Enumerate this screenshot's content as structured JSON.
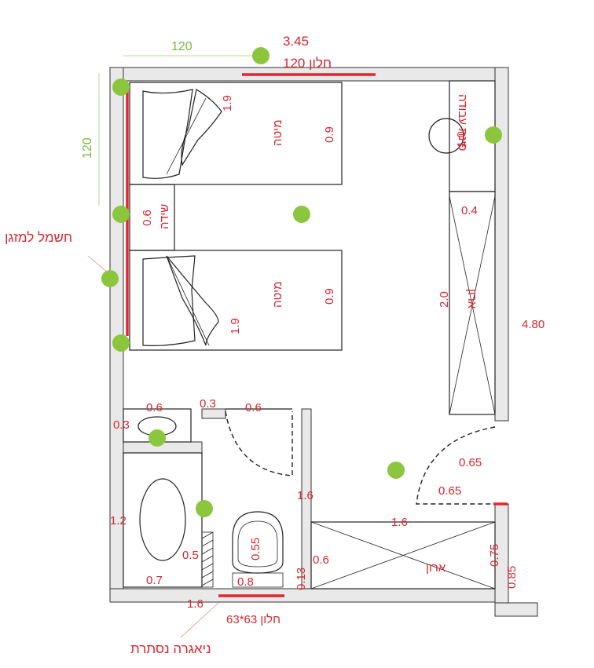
{
  "plan": {
    "dims": {
      "total_width": "3.45",
      "total_height": "4.80",
      "top_window": "חלון 120",
      "green_top": "120",
      "green_left": "120",
      "bed1_length": "1.9",
      "bed1_width": "0.9",
      "bed2_length": "1.9",
      "bed2_width": "0.9",
      "nightstand_width": "0.6",
      "desk_width": "1.0",
      "wardrobe_depth": "0.4",
      "wardrobe_length": "2.0",
      "sink_width": "0.6",
      "sink_depth": "0.3",
      "gap_top": "0.3",
      "door_width": "0.6",
      "door_main_a": "0.65",
      "door_main_b": "0.65",
      "bath_wall": "1.6",
      "tub_length": "1.2",
      "tub_width": "0.7",
      "pipe_width": "0.5",
      "toilet": "0.55",
      "toilet_area": "0.8",
      "niche": "0.13",
      "bath_bottom": "1.6",
      "closet2_length": "1.6",
      "closet2_depth": "0.6",
      "entry_a": "0.75",
      "entry_b": "0.85"
    },
    "labels": {
      "bed1": "מיטה",
      "bed2": "מיטה",
      "nightstand": "שידה",
      "desk": "פינת עבודה",
      "wardrobe": "ארון",
      "closet2": "ארון",
      "ac_power": "חשמל למזגן",
      "bath_window": "חלון 63*63",
      "hidden_cistern": "ניאגרה נסתרת"
    }
  }
}
